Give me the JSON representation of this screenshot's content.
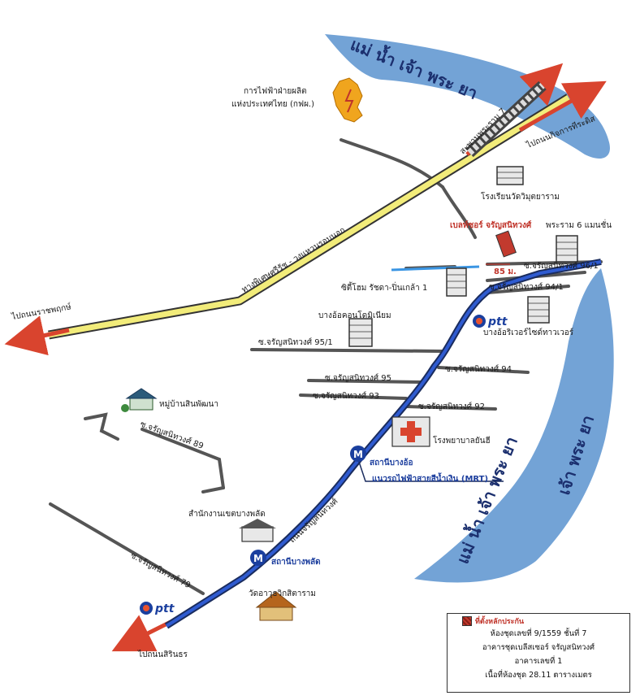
{
  "river": {
    "label_top": "แม่ น้ำ เจ้า พระ ยา",
    "label_right": "เจ้า พระ ยา",
    "label_bottom": "แม่ น้ำ เจ้า พระ ยา",
    "color": "#5b93cf"
  },
  "bridge_label": "สะพานพระราม 7",
  "directions": {
    "to_bang_kruai": "ไปถนนกิจการทีระดิส",
    "to_ratchaphruek": "ไปถนนราชพฤกษ์",
    "to_sirindhorn": "ไปถนนสิรินธร"
  },
  "roads": {
    "outer_ring": "ทางพิเศษศรีรัช - วงแหวนรอบนอก",
    "charansanitwong": "ถนนจรัญสนิทวงศ์",
    "highway_color": "#f2ec7a",
    "main_road_color": "#1b3f9e"
  },
  "landmarks": {
    "egat": [
      "การไฟฟ้าฝ่ายผลิต",
      "แห่งประเทศไทย (กฟผ.)"
    ],
    "school": "โรงเรียนวัดวิมุตยาราม",
    "project": "เบลท์ซอร์ จรัญสนิทวงศ์",
    "rama6_mansion": "พระราม 6 แมนชั่น",
    "distance": "85 ม.",
    "city_home": "ซิตี้โฮม รัชดา-ปิ่นเกล้า 1",
    "bangor_condo": "บางอ้อคอนโดมิเนียม",
    "bangor_river": "บางอ้อริเวอร์ไซด์ทาวเวอร์",
    "village": "หมู่บ้านสินพัฒนา",
    "hospital": "โรงพยาบาลยันฮี",
    "mrt_bangor": "สถานีบางอ้อ",
    "mrt_line": "แนวรถไฟฟ้าสายสีน้ำเงิน (MRT)",
    "district_office": "สำนักงานเขตบางพลัด",
    "mrt_bangphlat": "สถานีบางพลัด",
    "temple": "วัดอาวุธวิกสิตาราม",
    "ptt": "ptt"
  },
  "sois": {
    "s96": "ซ.จรัญสนิทวงศ์ 96/1",
    "s94_1": "ซ.จรัญสนิทวงศ์ 94/1",
    "s95_1": "ซ.จรัญสนิทวงศ์ 95/1",
    "s94": "ซ.จรัญสนิทวงศ์ 94",
    "s95": "ซ.จรัญสนิทวงศ์ 95",
    "s93": "ซ.จรัญสนิทวงศ์ 93",
    "s92": "ซ.จรัญสนิทวงศ์ 92",
    "s89": "ซ.จรัญสนิทวงศ์ 89",
    "s79": "ซ.จรัญสนิทวงศ์ 79"
  },
  "info": {
    "legend": "ที่ตั้งหลักประกัน",
    "line1": "ห้องชุดเลขที่ 9/1559 ชั้นที่ 7",
    "line2": "อาคารชุดเบลีสเซอร์ จรัญสนิทวงศ์",
    "line3": "อาคารเลขที่ 1",
    "line4": "เนื้อที่ห้องชุด 28.11 ตารางเมตร"
  },
  "mrt_letter": "M"
}
